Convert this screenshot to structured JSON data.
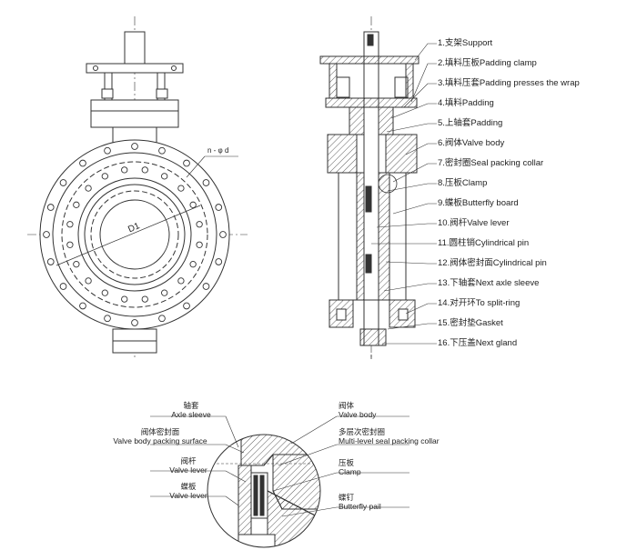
{
  "front_view": {
    "dim_bolts": "n - φ d",
    "dim_circle": "D1"
  },
  "parts": [
    "1.支架Support",
    "2.填料压板Padding clamp",
    "3.填料压套Padding presses the wrap",
    "4.填料Padding",
    "5.上轴套Padding",
    "6.阀体Valve body",
    "7.密封圈Seal packing collar",
    "8.压板Clamp",
    "9.蝶板Butterfly board",
    "10.阀杆Valve lever",
    "11.圆柱销Cylindrical pin",
    "12.阀体密封面Cylindrical pin",
    "13.下轴套Next axle sleeve",
    "14.对开环To split-ring",
    "15.密封垫Gasket",
    "16.下压盖Next gland"
  ],
  "detail_left": [
    {
      "cn": "轴套",
      "en": "Axle sleeve"
    },
    {
      "cn": "阀体密封面",
      "en": "Valve body packing surface"
    },
    {
      "cn": "阀杆",
      "en": "Valve lever"
    },
    {
      "cn": "蝶板",
      "en": "Valve lever"
    }
  ],
  "detail_right": [
    {
      "cn": "阀体",
      "en": "Valve body"
    },
    {
      "cn": "多层次密封圈",
      "en": "Multi-level seal packing collar"
    },
    {
      "cn": "压板",
      "en": "Clamp"
    },
    {
      "cn": "蝶钉",
      "en": "Butterfly pail"
    }
  ]
}
